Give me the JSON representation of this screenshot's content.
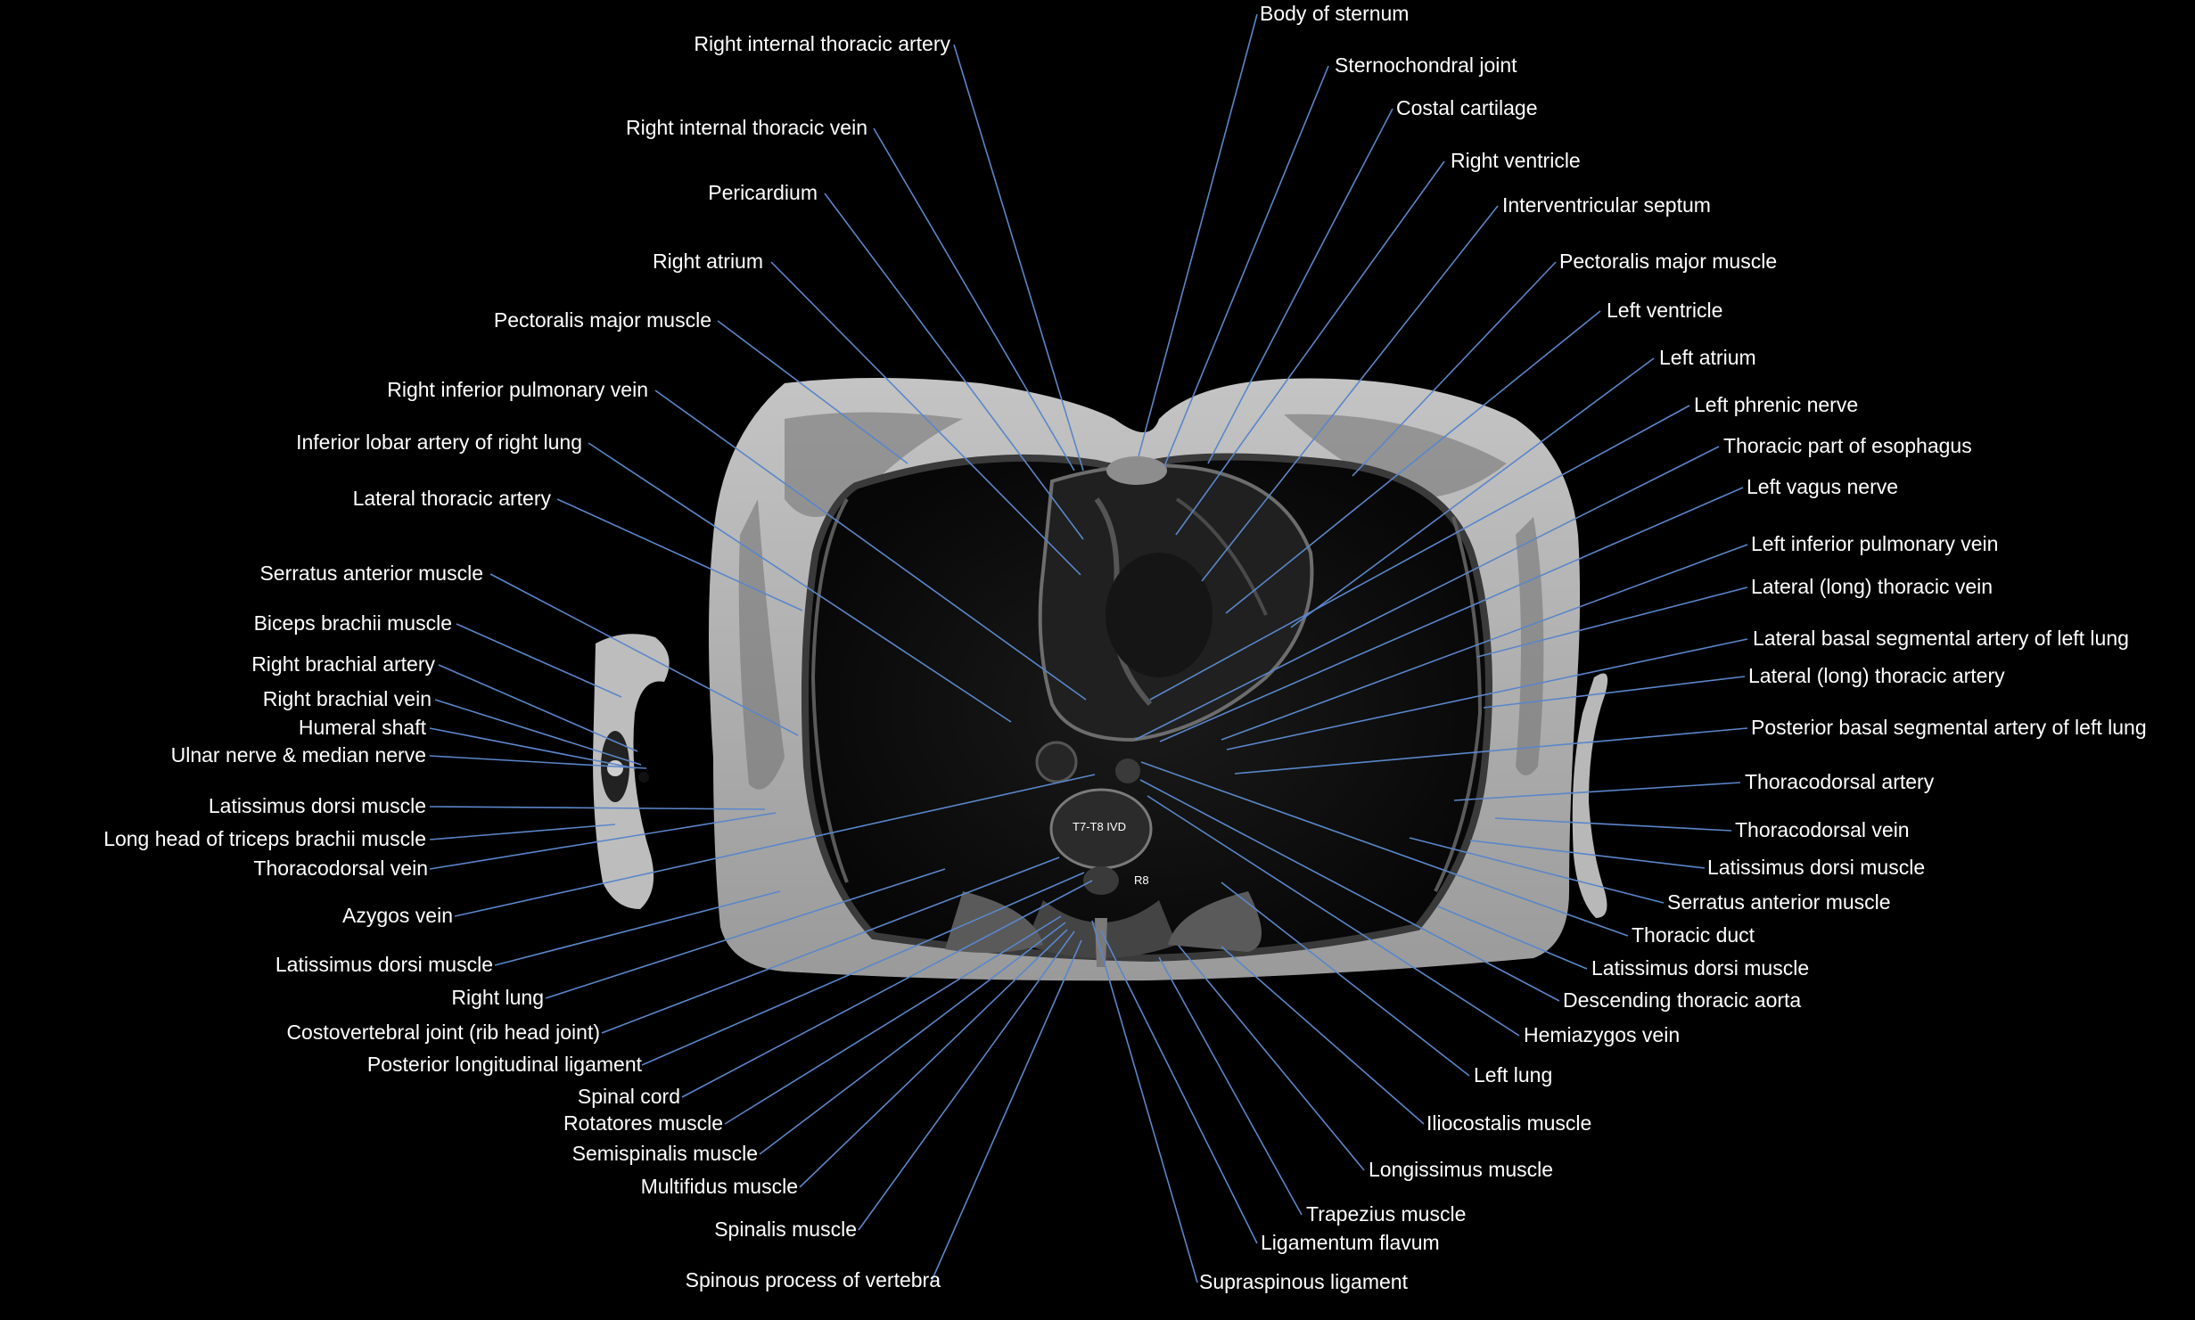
{
  "image": {
    "vertebra_marker": "T7-T8 IVD",
    "rib_marker": "R8"
  },
  "labels_left": [
    "Right internal thoracic artery",
    "Right internal thoracic vein",
    "Pericardium",
    "Right atrium",
    "Pectoralis major muscle",
    "Right inferior pulmonary vein",
    "Inferior lobar artery of right lung",
    "Lateral thoracic artery",
    "Serratus anterior muscle",
    "Biceps brachii muscle",
    "Right brachial artery",
    "Right brachial vein",
    "Humeral shaft",
    "Ulnar nerve & median nerve",
    "Latissimus dorsi muscle",
    "Long head of triceps brachii muscle",
    "Thoracodorsal vein",
    "Azygos vein",
    "Latissimus dorsi muscle",
    "Right lung",
    "Costovertebral joint (rib head joint)",
    "Posterior longitudinal ligament",
    "Spinal cord",
    "Rotatores muscle",
    "Semispinalis muscle",
    "Multifidus muscle",
    "Spinalis muscle",
    "Spinous process of vertebra"
  ],
  "labels_right": [
    "Body of sternum",
    "Sternochondral joint",
    "Costal cartilage",
    "Right ventricle",
    "Interventricular septum",
    "Pectoralis major muscle",
    "Left ventricle",
    "Left atrium",
    "Left phrenic nerve",
    "Thoracic part of esophagus",
    "Left vagus nerve",
    "Left inferior pulmonary vein",
    "Lateral (long) thoracic vein",
    "Lateral basal segmental artery of left lung",
    "Lateral (long) thoracic artery",
    "Posterior basal segmental artery of left lung",
    "Thoracodorsal artery",
    "Thoracodorsal vein",
    "Latissimus dorsi muscle",
    "Serratus anterior muscle",
    "Thoracic duct",
    "Latissimus dorsi muscle",
    "Descending thoracic aorta",
    "Hemiazygos vein",
    "Left lung",
    "Iliocostalis muscle",
    "Longissimus muscle",
    "Trapezius muscle",
    "Ligamentum flavum",
    "Supraspinous ligament"
  ],
  "colors": {
    "leader_line": "#5b86c9",
    "label_text": "#ffffff",
    "background": "#000000"
  }
}
